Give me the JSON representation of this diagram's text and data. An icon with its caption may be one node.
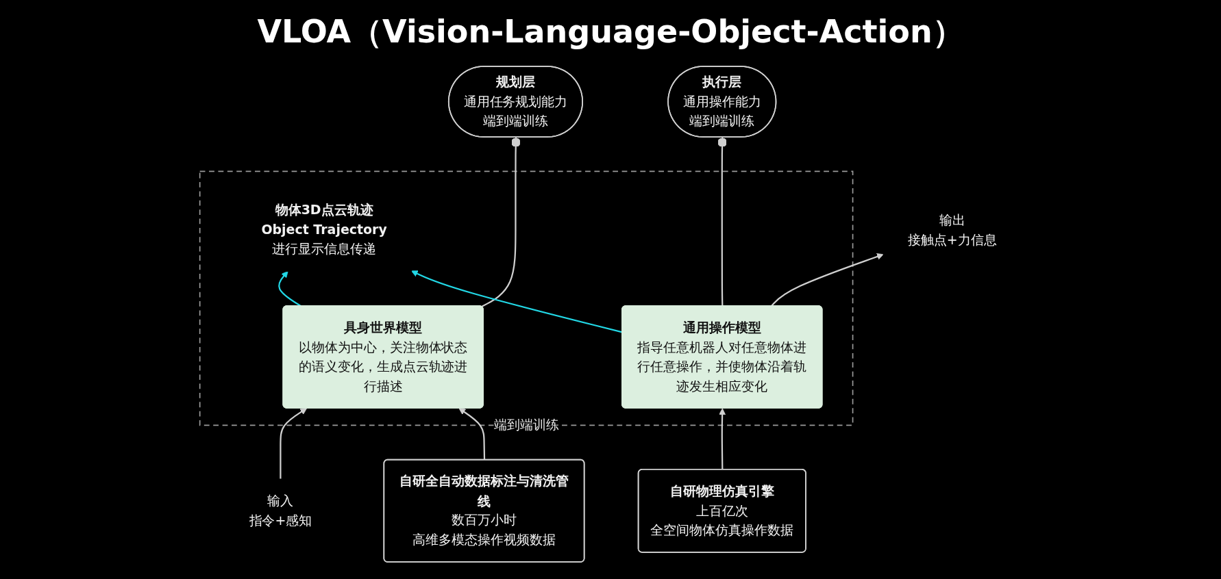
{
  "diagram": {
    "title": "VLOA（Vision-Language-Object-Action）",
    "nodes": [
      {
        "text": [
          "规划层",
          "通用任务规划能力",
          "端到端训练"
        ]
      },
      {
        "text": [
          "执行层",
          "通用操作能力",
          "端到端训练"
        ]
      },
      {
        "text": [
          "输入",
          "指令+感知"
        ]
      },
      {
        "text": [
          "端到端训练"
        ]
      },
      {
        "text": [
          "具身世界模型",
          "以物体为中心，关注物体状态的语义变化，生成点云轨迹进行描述"
        ],
        "in": 3
      },
      {
        "text": [
          "物体3D点云轨迹",
          "Object Trajectory",
          "进行显示信息传递"
        ],
        "in": 3
      },
      {
        "text": [
          "通用操作模型",
          "指导任意机器人对任意物体进行任意操作，并使物体沿着轨迹发生相应变化"
        ],
        "in": 3
      },
      {
        "text": [
          "输出",
          "接触点+力信息"
        ]
      },
      {
        "text": [
          "自研全自动数据标注与清洗管线",
          "数百万小时",
          "高维多模态操作视频数据"
        ]
      },
      {
        "text": [
          "自研物理仿真引擎",
          "上百亿次",
          "全空间物体仿真操作数据"
        ]
      }
    ],
    "edges": [
      {
        "from": 4,
        "to": 0,
        "arrow": "other"
      },
      {
        "from": 6,
        "to": 1,
        "arrow": "other"
      },
      {
        "from": 2,
        "to": 4,
        "arrow": "to"
      },
      {
        "from": 4,
        "to": 5,
        "arrow": "to",
        "color": "#22d8e6"
      },
      {
        "from": 6,
        "to": 5,
        "arrow": "to",
        "color": "#22d8e6"
      },
      {
        "from": 6,
        "to": 7,
        "arrow": "to"
      },
      {
        "from": 8,
        "to": 4,
        "arrow": "to"
      },
      {
        "from": 9,
        "to": 6,
        "arrow": "to"
      }
    ]
  }
}
